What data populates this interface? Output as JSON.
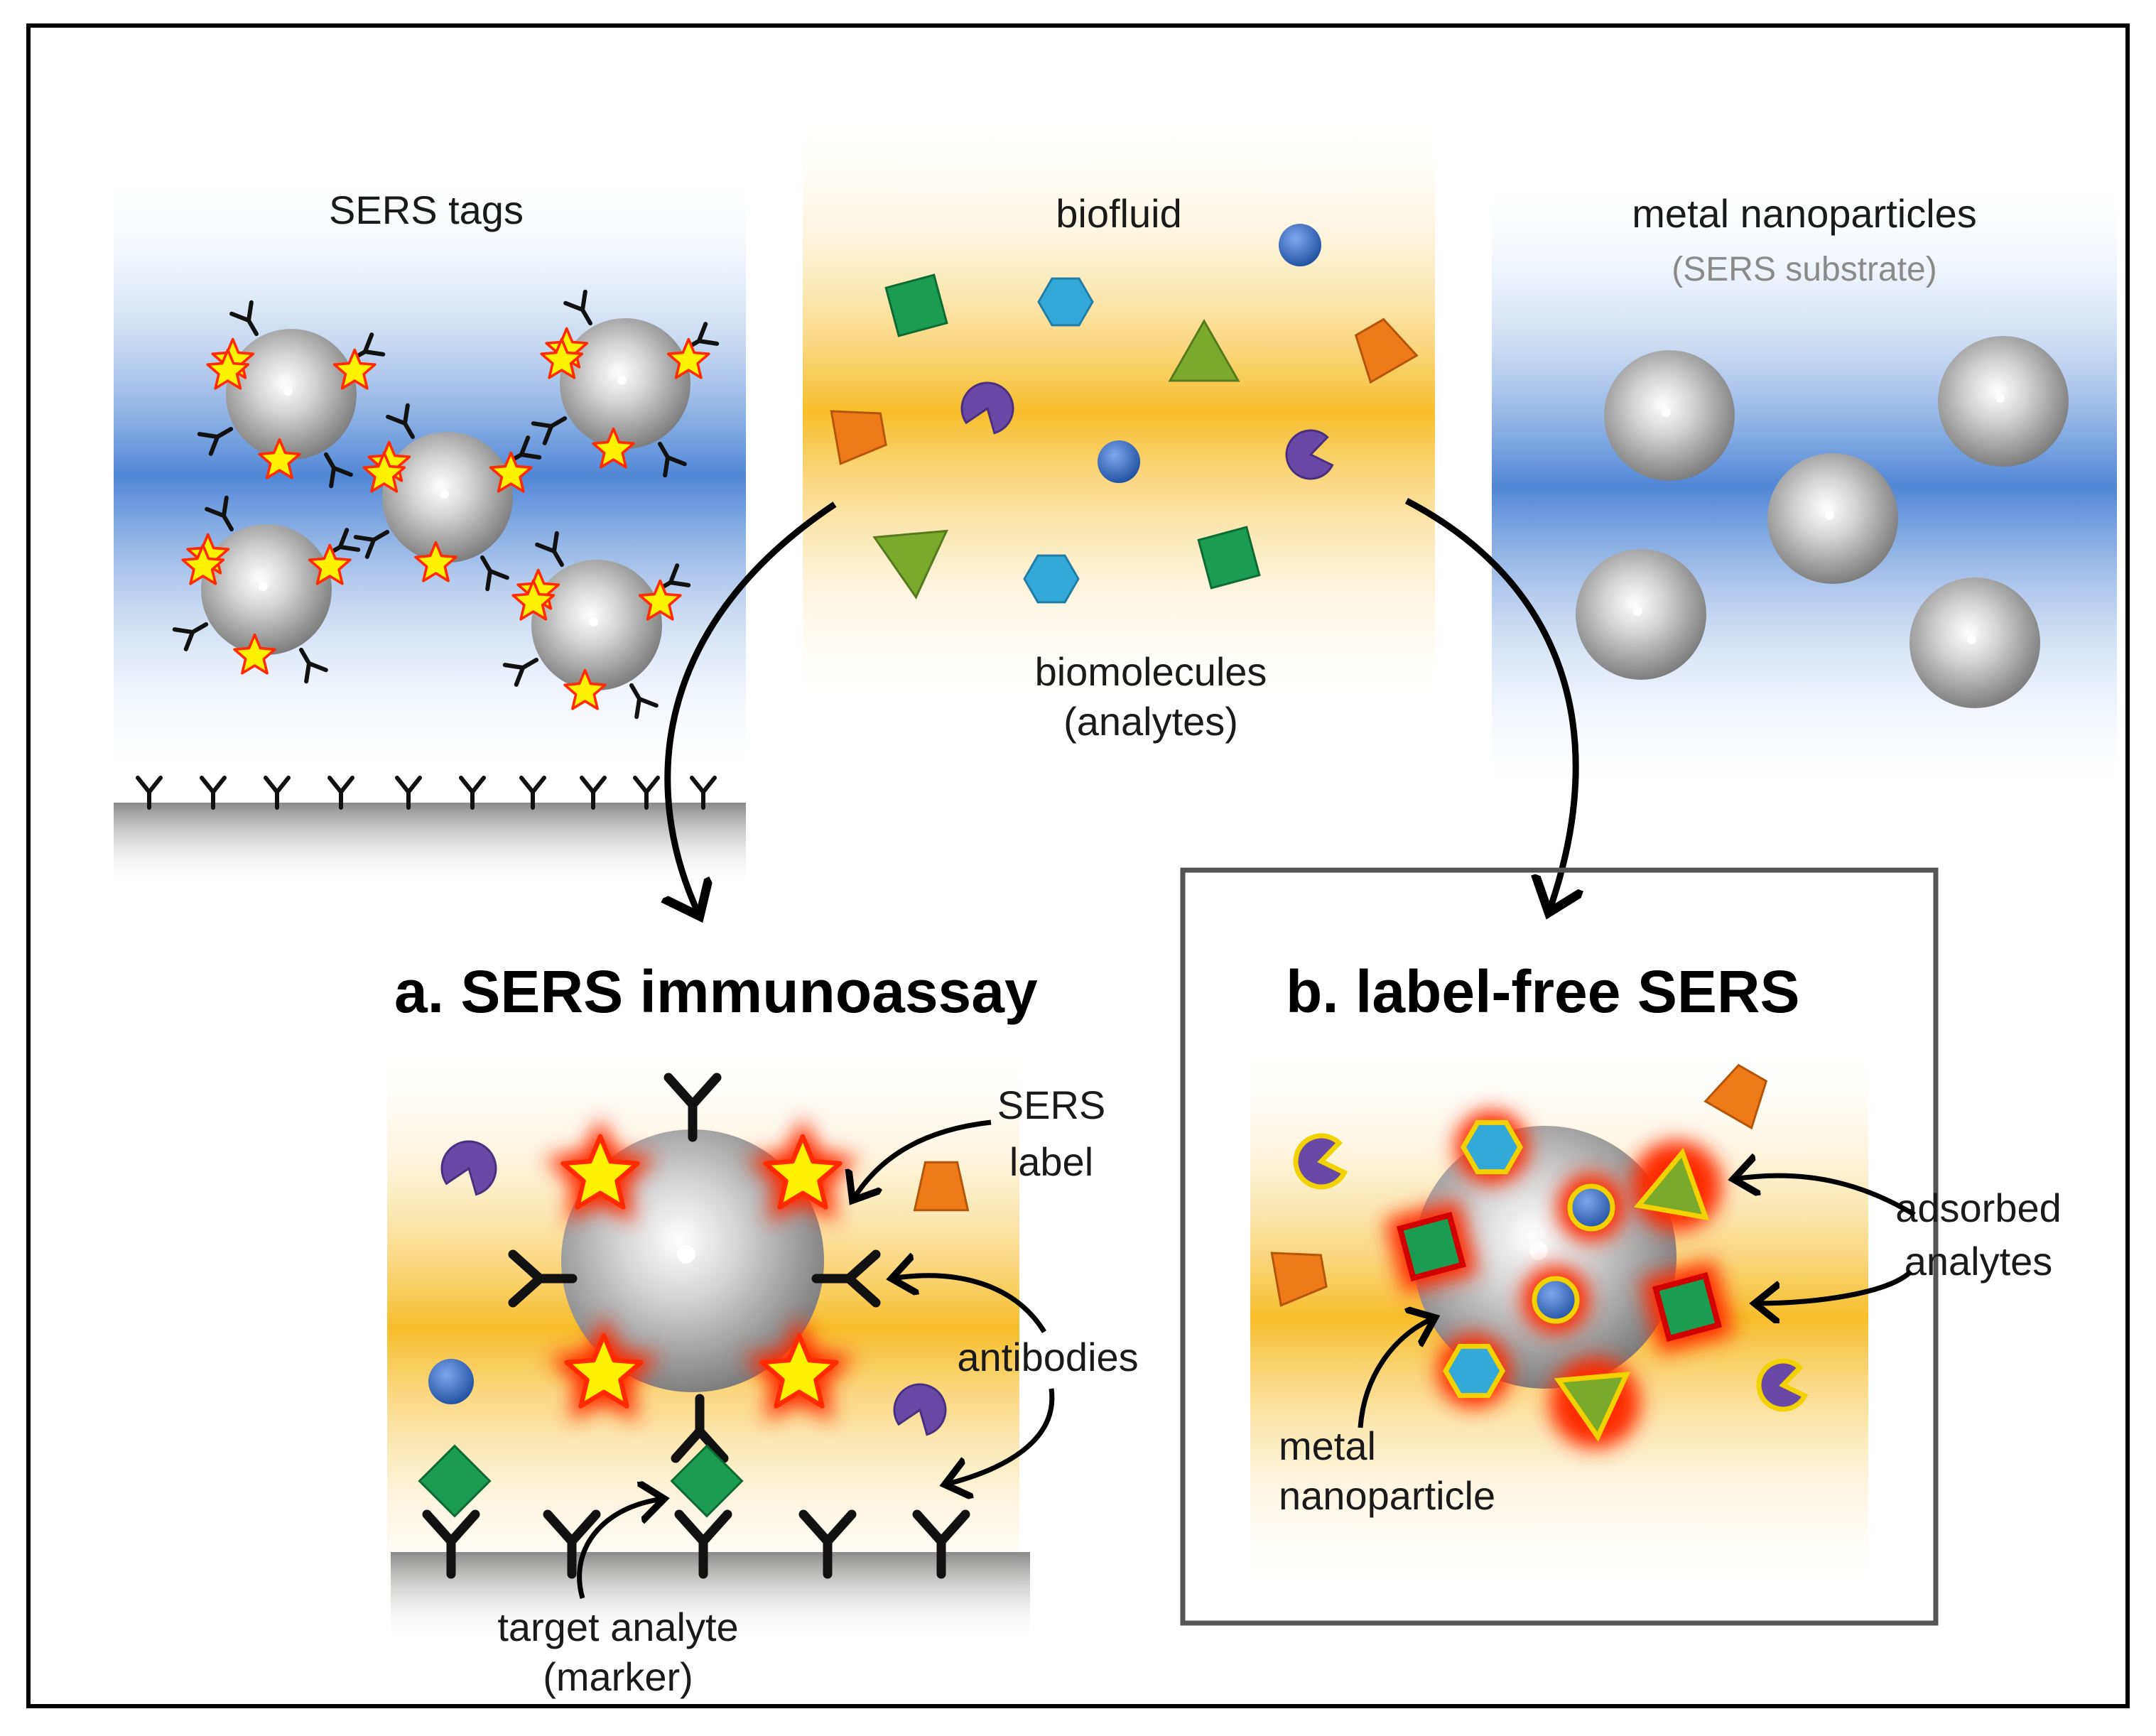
{
  "panels": {
    "sers_tags": {
      "title": "SERS tags"
    },
    "biofluid": {
      "title": "biofluid",
      "caption_line1": "biomolecules",
      "caption_line2": "(analytes)"
    },
    "metal_np": {
      "title": "metal nanoparticles",
      "subtitle": "(SERS substrate)"
    },
    "immunoassay": {
      "title": "a. SERS immunoassay",
      "sers_label_line1": "SERS",
      "sers_label_line2": "label",
      "antibodies": "antibodies",
      "target_line1": "target analyte",
      "target_line2": "(marker)"
    },
    "label_free": {
      "title": "b. label-free SERS",
      "adsorbed_line1": "adsorbed",
      "adsorbed_line2": "analytes",
      "metal_np_line1": "metal",
      "metal_np_line2": "nanoparticle"
    }
  },
  "colors": {
    "blue_panel": "#4f86d6",
    "yellow_panel": "#f7bd2a",
    "sphere": "#b9b9b9",
    "star": "#fff200",
    "star_glow": "#ff2a00",
    "square": "#1c9c50",
    "hexagon": "#34a9d8",
    "triangle": "#79aa2b",
    "trapezoid": "#ee7a18",
    "circle": "#2f67c1",
    "pacman": "#6a48a5"
  }
}
